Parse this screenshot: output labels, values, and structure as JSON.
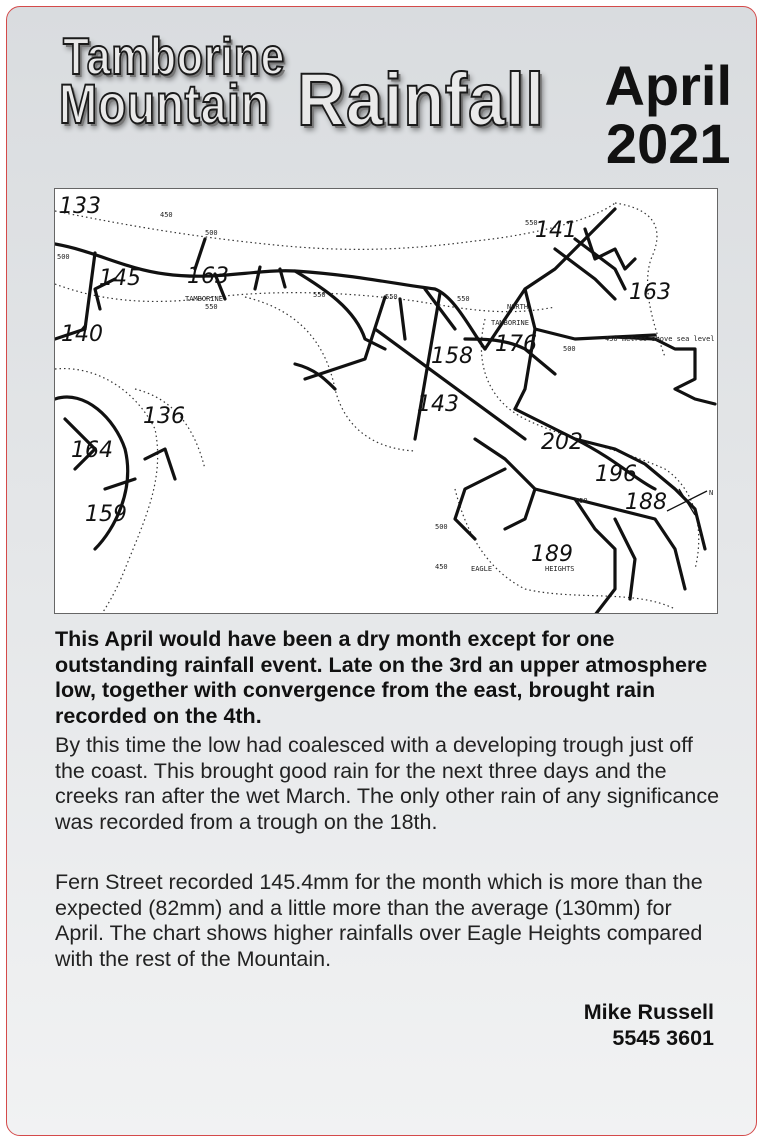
{
  "header": {
    "title_line1": "Tamborine",
    "title_line2a": "Mountain",
    "title_line2b": "Rainfall",
    "month": "April",
    "year": "2021"
  },
  "map": {
    "rainfall_labels": [
      "133",
      "141",
      "145",
      "163",
      "163",
      "140",
      "158",
      "176",
      "143",
      "136",
      "164",
      "202",
      "196",
      "188",
      "159",
      "189"
    ],
    "place_labels": [
      "TAMBORINE",
      "NORTH",
      "TAMBORINE",
      "EAGLE",
      "HEIGHTS"
    ],
    "contour_labels": [
      "450",
      "500",
      "550",
      "550",
      "550",
      "550",
      "500",
      "550",
      "500",
      "500",
      "450 metres above sea level",
      "450",
      "550"
    ],
    "compass_label": "N"
  },
  "article": {
    "lead": "This April would have been a dry month except for one outstanding rainfall event.  Late on the 3rd an upper atmosphere low, together with convergence from the east, brought rain recorded on the 4th.",
    "para1": "By this time the low had coalesced with a developing trough just off the coast.  This brought good rain for the next three days and the creeks ran after the wet March. The only other rain of any significance was recorded from a trough on the 18th.",
    "para2": "Fern Street recorded 145.4mm for the month which is more than the expected (82mm) and a little more than the average (130mm) for April.  The chart shows higher rainfalls over Eagle Heights compared with the rest of the Mountain."
  },
  "author": {
    "name": "Mike Russell",
    "phone": "5545 3601"
  },
  "colors": {
    "border": "#d44a4a",
    "background": "#e4e6e8"
  }
}
